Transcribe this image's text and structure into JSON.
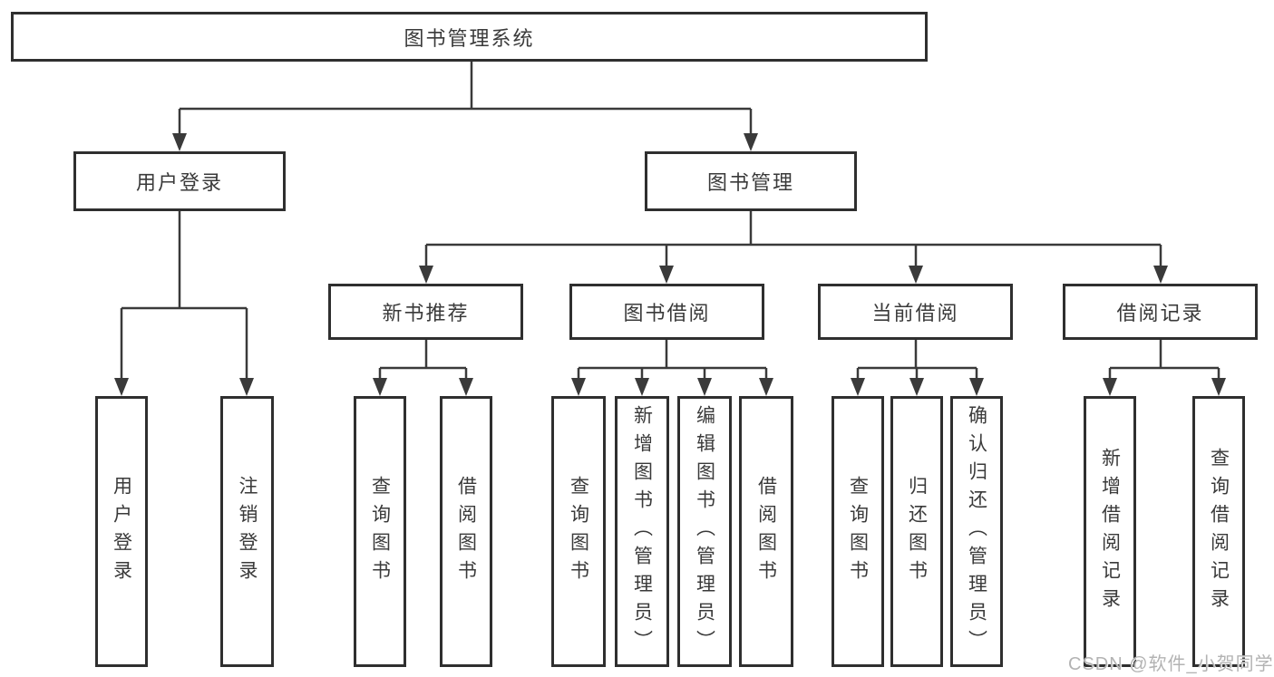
{
  "diagram": {
    "root": {
      "label": "图书管理系统"
    },
    "branches": [
      {
        "label": "用户登录",
        "children": [
          {
            "label": "用户登录"
          },
          {
            "label": "注销登录"
          }
        ]
      },
      {
        "label": "图书管理",
        "children": [
          {
            "label": "新书推荐",
            "children": [
              {
                "label": "查询图书"
              },
              {
                "label": "借阅图书"
              }
            ]
          },
          {
            "label": "图书借阅",
            "children": [
              {
                "label": "查询图书"
              },
              {
                "label": "新增图书（管理员）"
              },
              {
                "label": "编辑图书（管理员）"
              },
              {
                "label": "借阅图书"
              }
            ]
          },
          {
            "label": "当前借阅",
            "children": [
              {
                "label": "查询图书"
              },
              {
                "label": "归还图书"
              },
              {
                "label": "确认归还（管理员）"
              }
            ]
          },
          {
            "label": "借阅记录",
            "children": [
              {
                "label": "新增借阅记录"
              },
              {
                "label": "查询借阅记录"
              }
            ]
          }
        ]
      }
    ]
  },
  "watermark": {
    "text": "CSDN @软件_小贺同学"
  },
  "colors": {
    "line": "#3a3a3a",
    "border": "#2f2f2f",
    "watermark": "#b3b3b3"
  }
}
